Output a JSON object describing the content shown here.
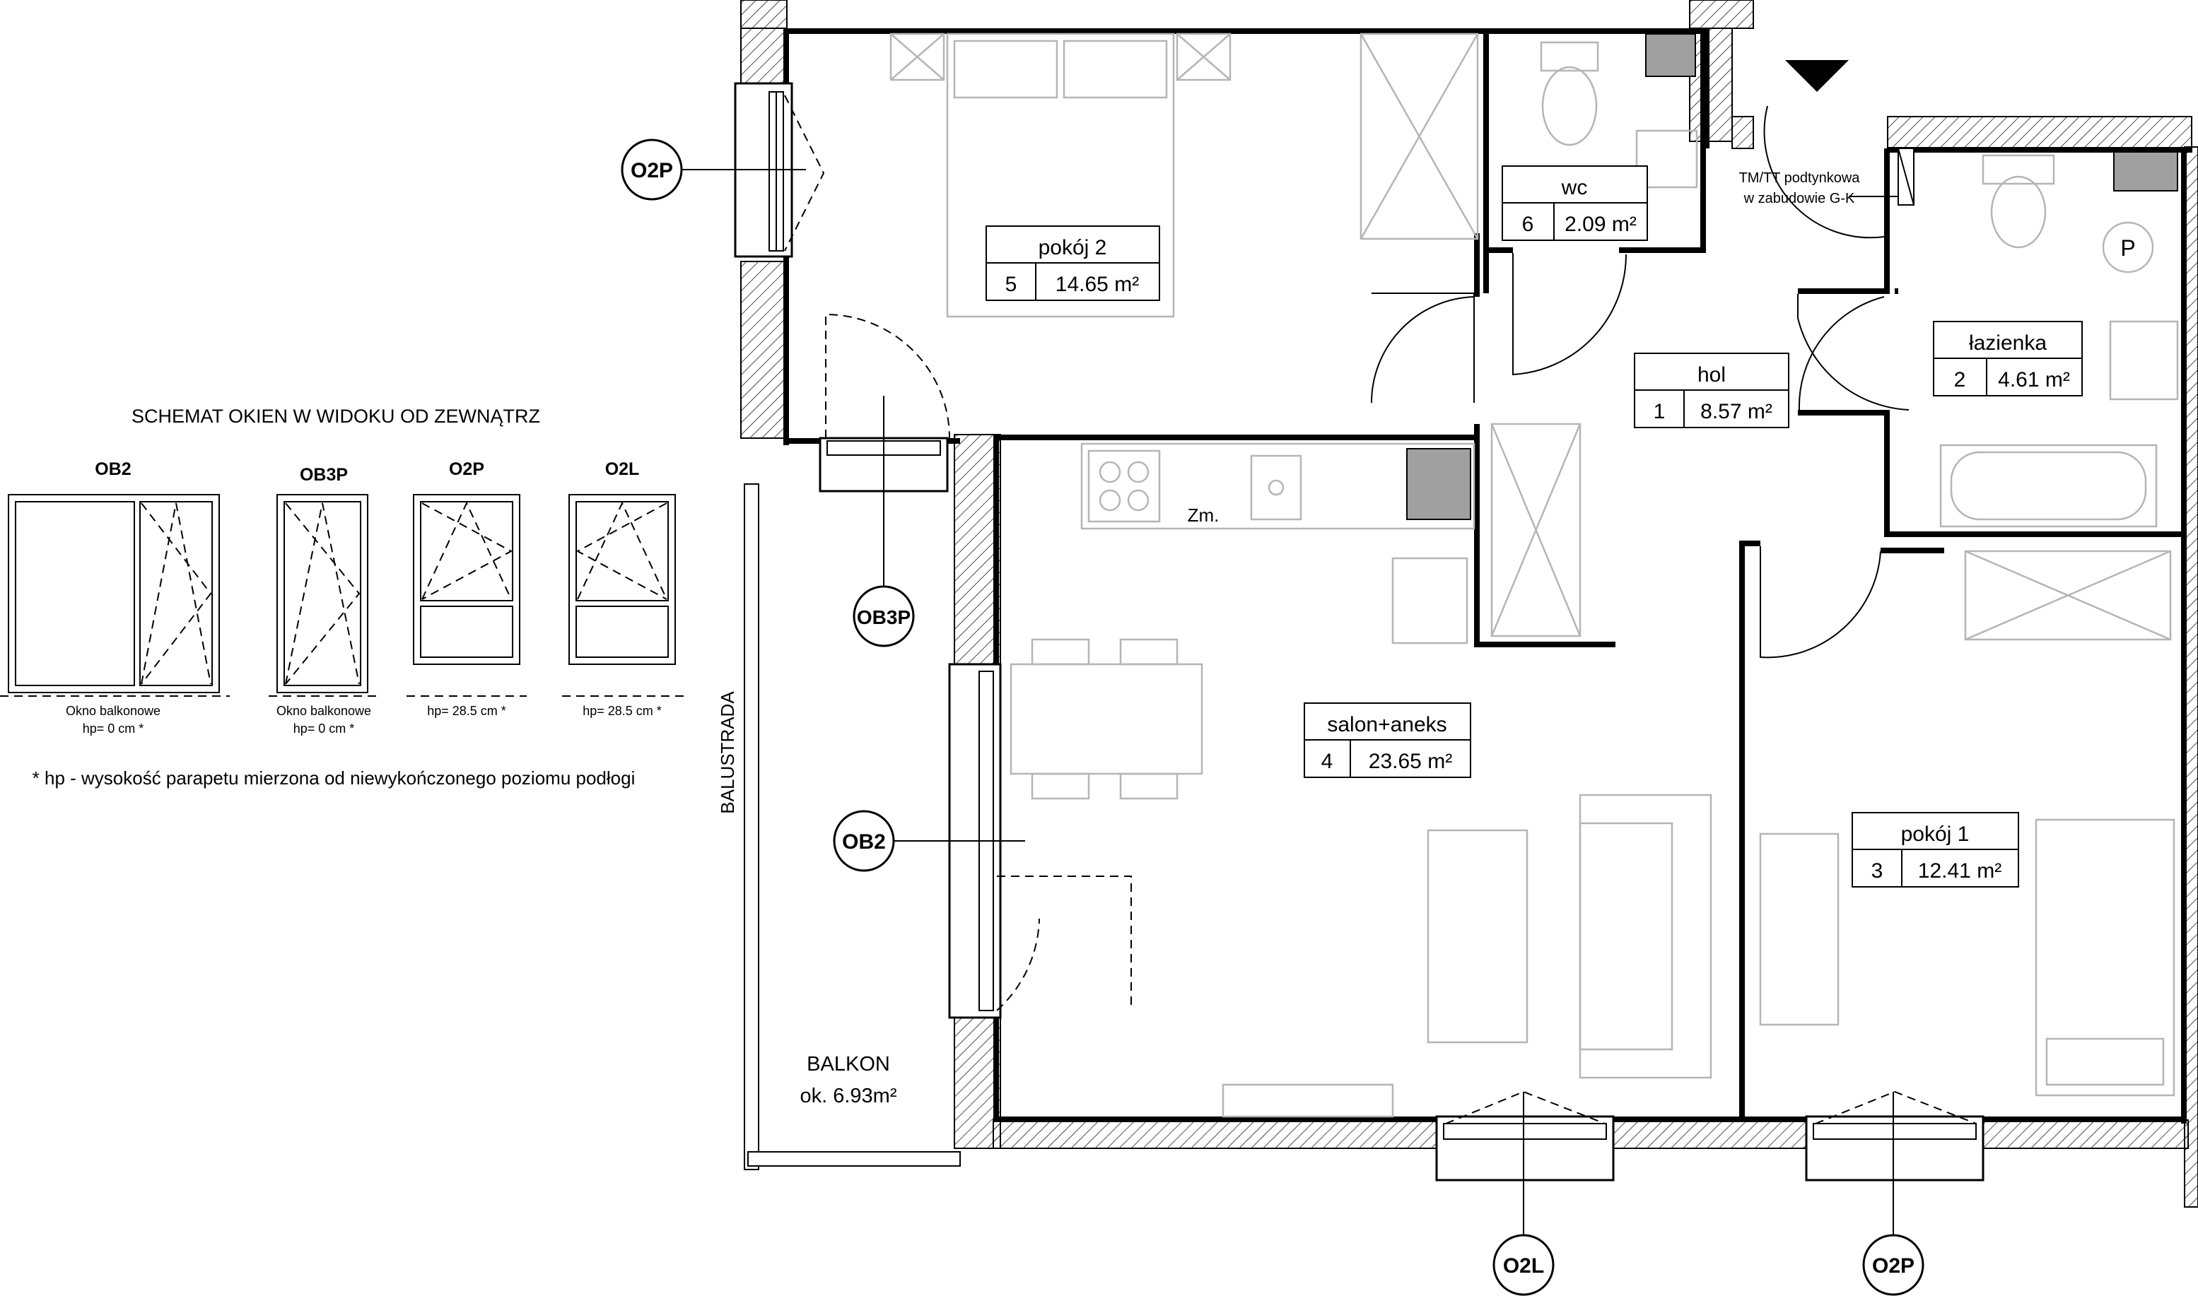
{
  "legend": {
    "title": "SCHEMAT OKIEN W WIDOKU OD ZEWNĄTRZ",
    "windows": [
      {
        "code": "OB2",
        "note1": "Okno balkonowe",
        "note2": "hp= 0 cm *"
      },
      {
        "code": "OB3P",
        "note1": "Okno balkonowe",
        "note2": "hp= 0 cm *"
      },
      {
        "code": "O2P",
        "note1": "hp= 28.5 cm *",
        "note2": ""
      },
      {
        "code": "O2L",
        "note1": "hp= 28.5 cm *",
        "note2": ""
      }
    ],
    "footnote": "* hp - wysokość parapetu mierzona od niewykończonego poziomu podłogi"
  },
  "rooms": [
    {
      "name": "pokój 2",
      "num": "5",
      "area": "14.65 m²"
    },
    {
      "name": "wc",
      "num": "6",
      "area": "2.09 m²"
    },
    {
      "name": "hol",
      "num": "1",
      "area": "8.57 m²"
    },
    {
      "name": "łazienka",
      "num": "2",
      "area": "4.61 m²"
    },
    {
      "name": "salon+aneks",
      "num": "4",
      "area": "23.65 m²"
    },
    {
      "name": "pokój 1",
      "num": "3",
      "area": "12.41 m²"
    }
  ],
  "window_tags": {
    "top_left": "O2P",
    "ob3p": "OB3P",
    "ob2": "OB2",
    "bottom_left": "O2L",
    "bottom_right": "O2P"
  },
  "annotations": {
    "balcony_name": "BALKON",
    "balcony_area": "ok. 6.93m²",
    "railing": "BALUSTRADA",
    "meter_line1": "TM/TT podtynkowa",
    "meter_line2": "w zabudowie G-K",
    "meter_symbol": "Zm.",
    "parking_symbol": "P"
  }
}
